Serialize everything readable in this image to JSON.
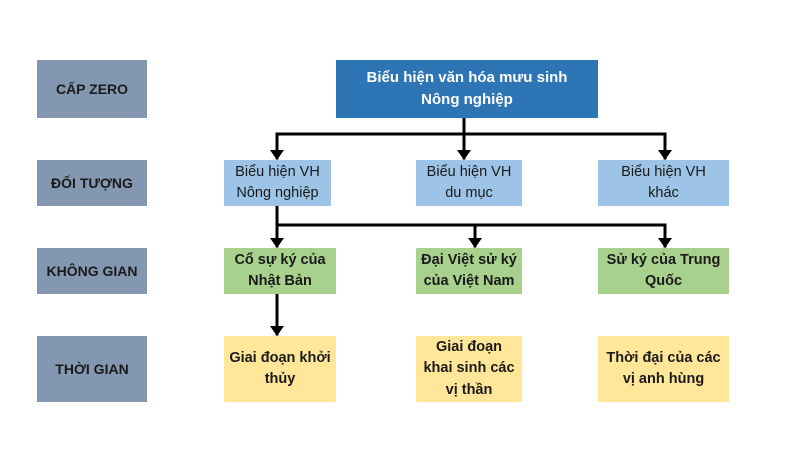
{
  "levels": {
    "zero": "CẤP ZERO",
    "object": "ĐỐI TƯỢNG",
    "space": "KHÔNG GIAN",
    "time": "THỜI GIAN"
  },
  "root": "Biểu hiện văn hóa mưu sinh\nNông nghiệp",
  "objects": [
    "Biểu hiện VH\nNông nghiệp",
    "Biểu hiện VH\ndu mục",
    "Biểu hiện VH\nkhác"
  ],
  "spaces": [
    "Cổ sự ký của\nNhật Bản",
    "Đại Việt sử ký\ncủa Việt Nam",
    "Sử ký của Trung\nQuốc"
  ],
  "times": [
    "Giai đoạn khởi\nthủy",
    "Giai đoạn\nkhai sinh các\nvị thần",
    "Thời đại của các\nvị anh hùng"
  ],
  "colors": {
    "level": "#8497b0",
    "root": "#2e75b6",
    "object": "#9dc3e6",
    "space": "#a9d18e",
    "time": "#ffe699",
    "connector": "#000000"
  }
}
